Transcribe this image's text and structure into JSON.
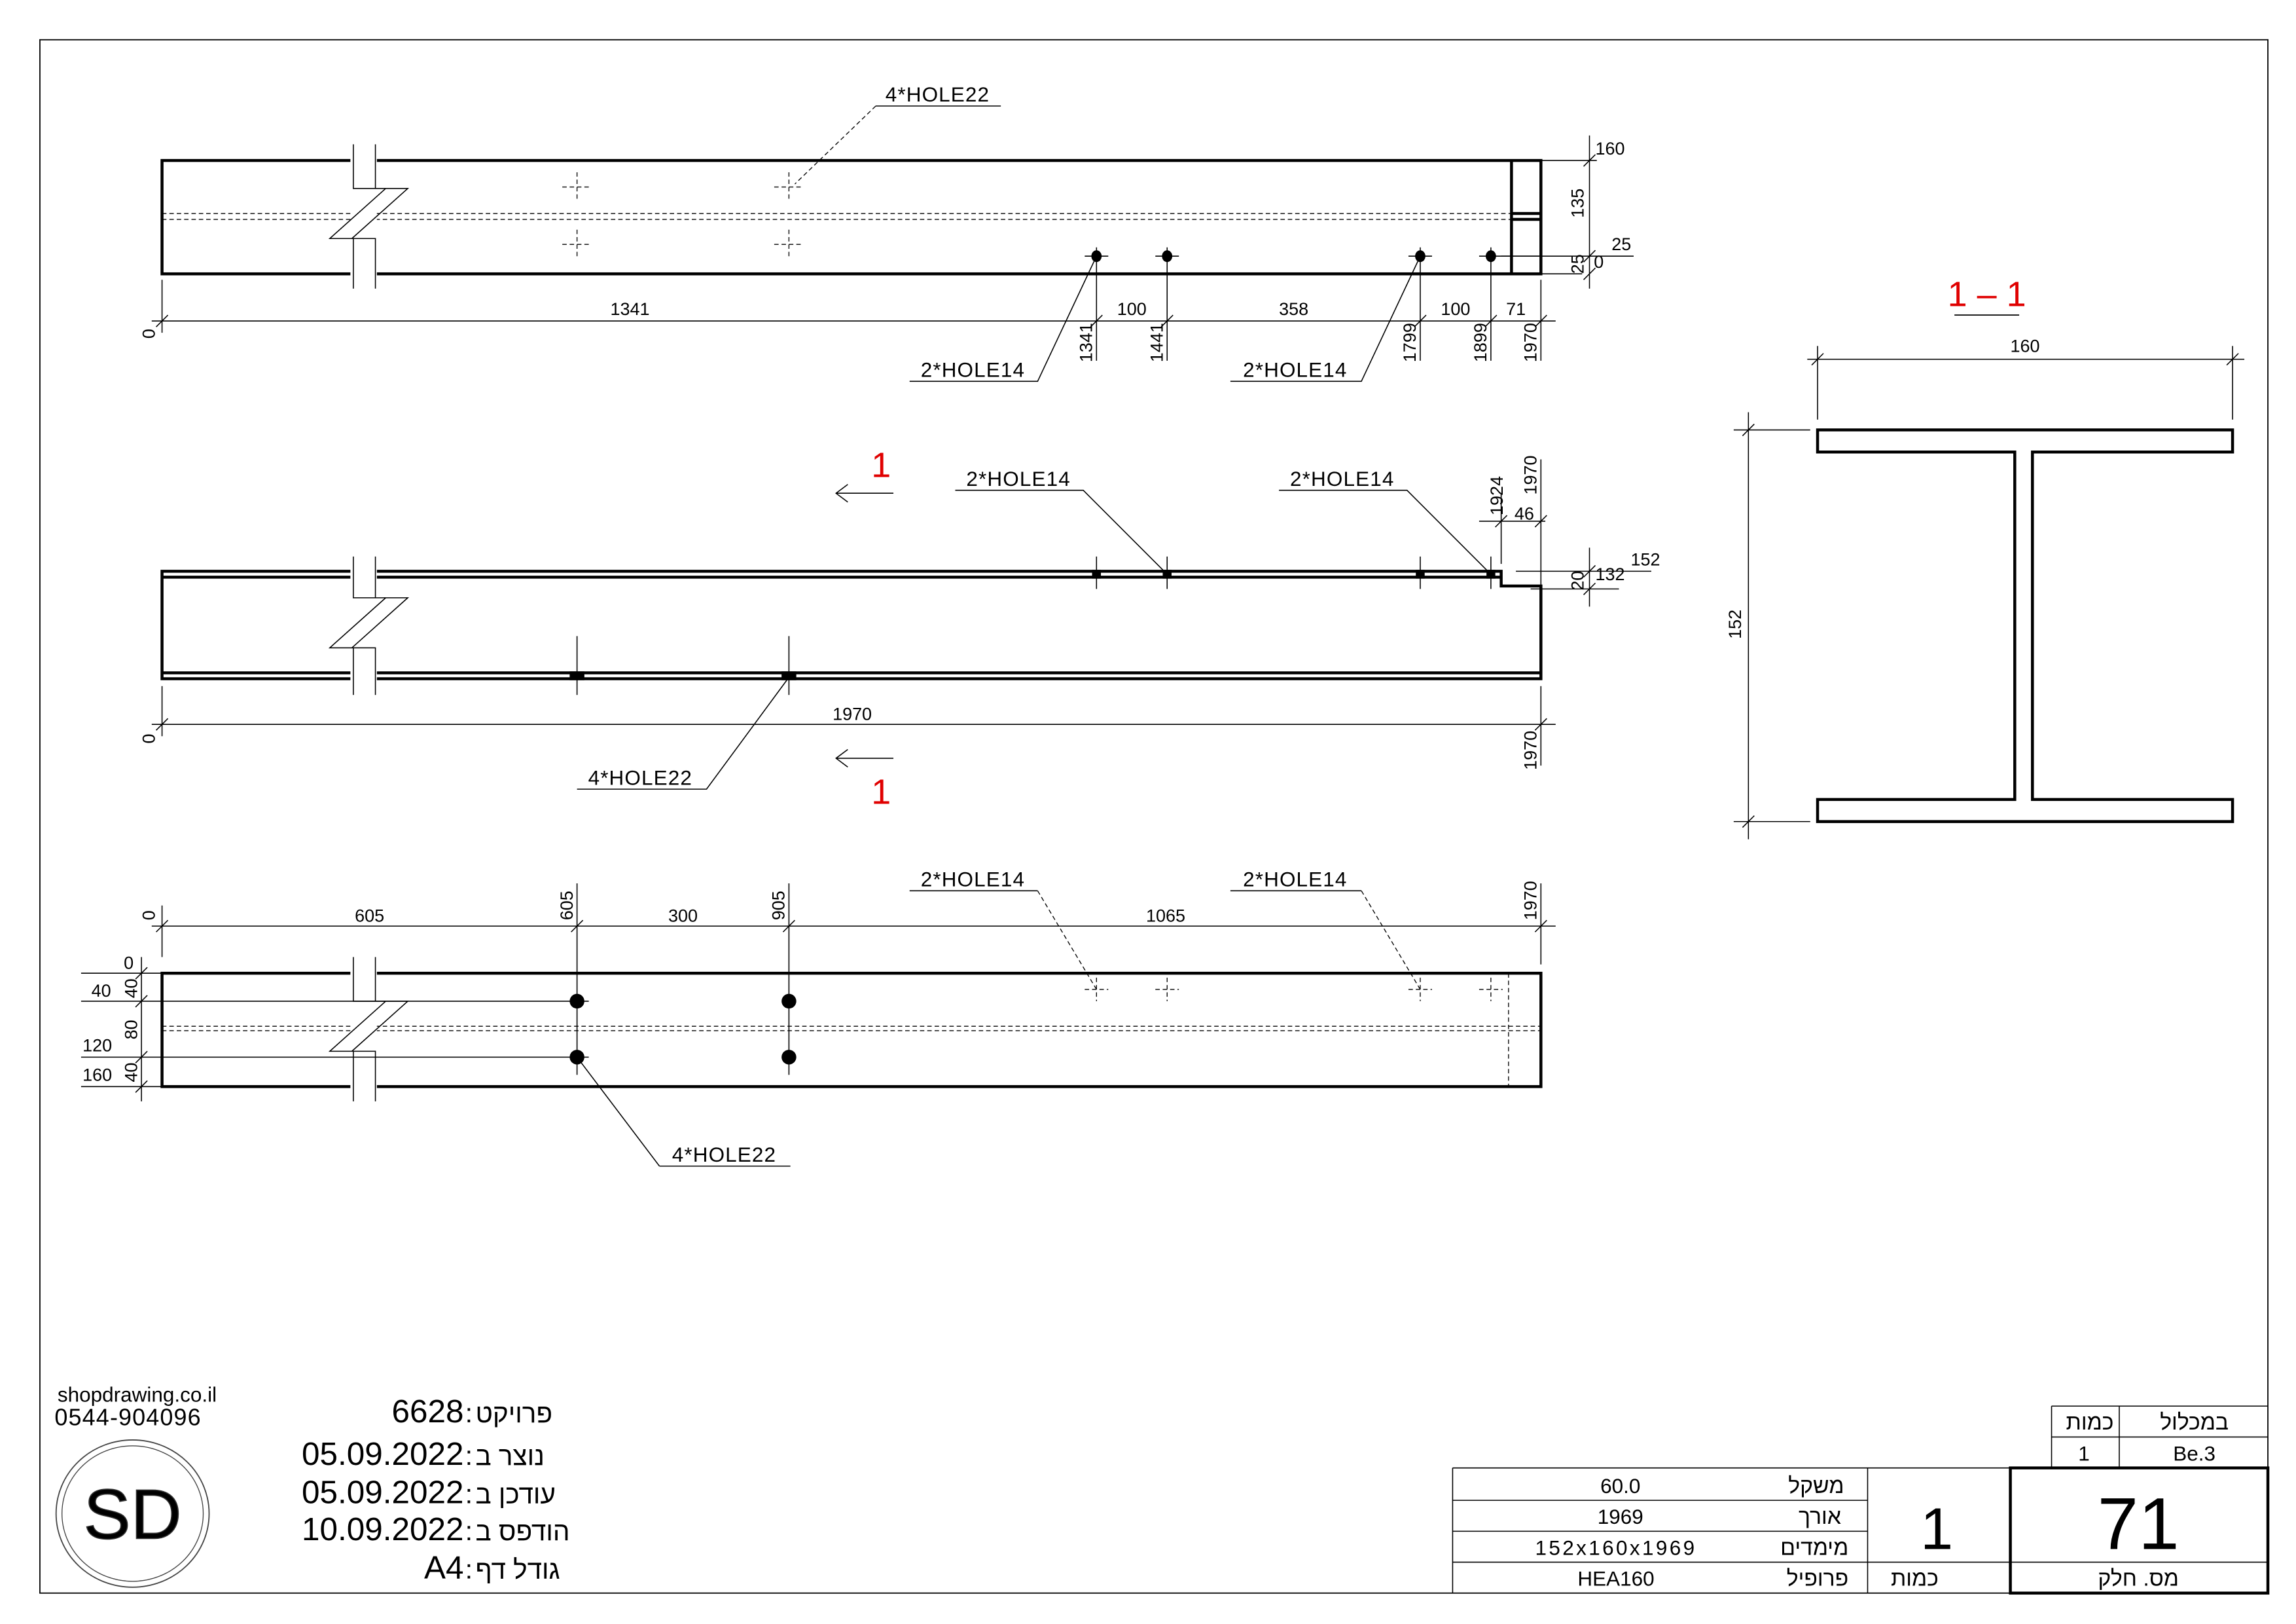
{
  "top_view": {
    "label_hole22": "4*HOLE22",
    "label_hole14_a": "2*HOLE14",
    "label_hole14_b": "2*HOLE14",
    "dims_horizontal": [
      "1341",
      "100",
      "358",
      "100",
      "71"
    ],
    "dims_ordinate": [
      "0",
      "1341",
      "1441",
      "1799",
      "1899",
      "1970"
    ],
    "dims_right": {
      "d160": "160",
      "d135": "135",
      "d25a": "25",
      "d0": "0",
      "d25b": "25"
    }
  },
  "side_view": {
    "section_mark_top": "1",
    "section_mark_bottom": "1",
    "label_hole14_a": "2*HOLE14",
    "label_hole14_b": "2*HOLE14",
    "label_hole22": "4*HOLE22",
    "dim_length": "1970",
    "dims_ordinate": [
      "0",
      "1970"
    ],
    "dims_right": {
      "d1924": "1924",
      "d1970": "1970",
      "d46": "46",
      "d152": "152",
      "d132": "132",
      "d20": "20"
    }
  },
  "bottom_view": {
    "label_hole14_a": "2*HOLE14",
    "label_hole14_b": "2*HOLE14",
    "label_hole22": "4*HOLE22",
    "dims_horizontal": [
      "605",
      "300",
      "1065"
    ],
    "dims_ordinate": [
      "0",
      "605",
      "905",
      "1970"
    ],
    "dims_left": {
      "o0": "0",
      "o40": "40",
      "d40a": "40",
      "d80": "80",
      "o120": "120",
      "o160": "160",
      "d40b": "40"
    }
  },
  "section": {
    "title": "1 – 1",
    "width": "160",
    "height": "152"
  },
  "company": {
    "website": "shopdrawing.co.il",
    "phone": "0544-904096",
    "logo_text": "SD"
  },
  "project_info": [
    {
      "label": "פרויקט",
      "value": "6628"
    },
    {
      "label": "נוצר ב",
      "value": "05.09.2022"
    },
    {
      "label": "עודכן ב",
      "value": "05.09.2022"
    },
    {
      "label": "הודפס ב",
      "value": "10.09.2022"
    },
    {
      "label": "גודל דף",
      "value": "A4"
    }
  ],
  "assembly_table": {
    "header_qty": "כמות",
    "header_assembly": "במכלול",
    "qty": "1",
    "assembly": "Be.3"
  },
  "part_table": {
    "rows": [
      {
        "label": "משקל",
        "value": "60.0"
      },
      {
        "label": "אורך",
        "value": "1969"
      },
      {
        "label": "מימדים",
        "value": "152x160x1969"
      },
      {
        "label": "פרופיל",
        "value": "HEA160"
      }
    ],
    "quantity_label": "כמות",
    "quantity": "1",
    "part_no_label": "מס. חלק",
    "part_no": "71"
  },
  "colors": {
    "section_mark": "#e00000",
    "line": "#000000"
  }
}
